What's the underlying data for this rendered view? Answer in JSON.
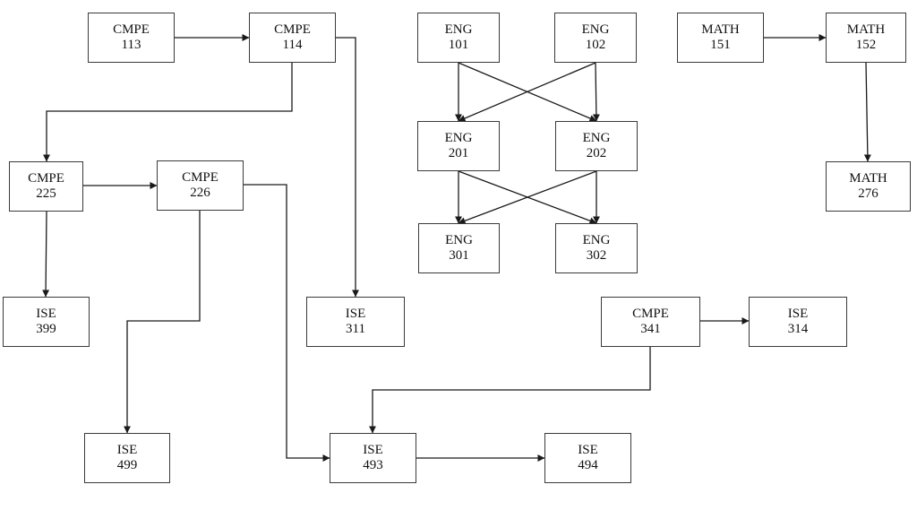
{
  "nodes": {
    "cmpe113": {
      "dept": "CMPE",
      "num": "113"
    },
    "cmpe114": {
      "dept": "CMPE",
      "num": "114"
    },
    "eng101": {
      "dept": "ENG",
      "num": "101"
    },
    "eng102": {
      "dept": "ENG",
      "num": "102"
    },
    "math151": {
      "dept": "MATH",
      "num": "151"
    },
    "math152": {
      "dept": "MATH",
      "num": "152"
    },
    "cmpe225": {
      "dept": "CMPE",
      "num": "225"
    },
    "cmpe226": {
      "dept": "CMPE",
      "num": "226"
    },
    "eng201": {
      "dept": "ENG",
      "num": "201"
    },
    "eng202": {
      "dept": "ENG",
      "num": "202"
    },
    "math276": {
      "dept": "MATH",
      "num": "276"
    },
    "eng301": {
      "dept": "ENG",
      "num": "301"
    },
    "eng302": {
      "dept": "ENG",
      "num": "302"
    },
    "ise399": {
      "dept": "ISE",
      "num": "399"
    },
    "ise311": {
      "dept": "ISE",
      "num": "311"
    },
    "cmpe341": {
      "dept": "CMPE",
      "num": "341"
    },
    "ise314": {
      "dept": "ISE",
      "num": "314"
    },
    "ise499": {
      "dept": "ISE",
      "num": "499"
    },
    "ise493": {
      "dept": "ISE",
      "num": "493"
    },
    "ise494": {
      "dept": "ISE",
      "num": "494"
    }
  },
  "edges": [
    {
      "from": "cmpe113",
      "to": "cmpe114"
    },
    {
      "from": "cmpe114",
      "to": "cmpe225"
    },
    {
      "from": "cmpe114",
      "to": "ise311"
    },
    {
      "from": "cmpe225",
      "to": "cmpe226"
    },
    {
      "from": "cmpe225",
      "to": "ise399"
    },
    {
      "from": "cmpe226",
      "to": "ise499"
    },
    {
      "from": "cmpe226",
      "to": "ise493"
    },
    {
      "from": "eng101",
      "to": "eng201"
    },
    {
      "from": "eng101",
      "to": "eng202"
    },
    {
      "from": "eng102",
      "to": "eng201"
    },
    {
      "from": "eng102",
      "to": "eng202"
    },
    {
      "from": "eng201",
      "to": "eng301"
    },
    {
      "from": "eng201",
      "to": "eng302"
    },
    {
      "from": "eng202",
      "to": "eng301"
    },
    {
      "from": "eng202",
      "to": "eng302"
    },
    {
      "from": "math151",
      "to": "math152"
    },
    {
      "from": "math152",
      "to": "math276"
    },
    {
      "from": "cmpe341",
      "to": "ise314"
    },
    {
      "from": "cmpe341",
      "to": "ise493"
    },
    {
      "from": "ise493",
      "to": "ise494"
    }
  ],
  "colors": {
    "line": "#1a1a1a",
    "border": "#3a3a3a",
    "background": "#ffffff"
  }
}
